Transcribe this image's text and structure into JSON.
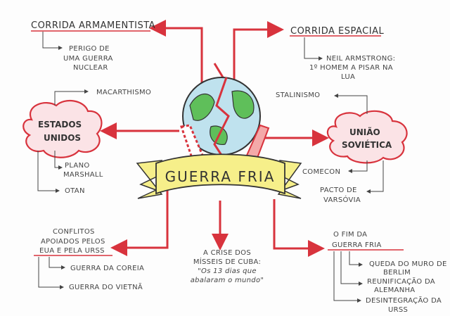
{
  "center": {
    "title": "GUERRA FRIA"
  },
  "nodes": {
    "armamentista": {
      "title": "CORRIDA ARMAMENTISTA",
      "children": [
        [
          "PERIGO DE",
          "UMA GUERRA",
          "NUCLEAR"
        ]
      ]
    },
    "espacial": {
      "title": "CORRIDA ESPACIAL",
      "children": [
        [
          "NEIL ARMSTRONG:",
          "1º HOMEM A PISAR NA",
          "LUA"
        ]
      ]
    },
    "eua": {
      "title": [
        "ESTADOS",
        "UNIDOS"
      ],
      "children": [
        "MACARTHISMO",
        "PLANO MARSHALL",
        "OTAN"
      ],
      "plano": [
        "PLANO",
        "MARSHALL"
      ]
    },
    "urss": {
      "title": [
        "UNIÃO",
        "SOVIÉTICA"
      ],
      "children": [
        "STALINISMO",
        "COMECON"
      ],
      "pacto": [
        "PACTO DE",
        "VARSÓVIA"
      ]
    },
    "conflitos": {
      "title": [
        "CONFLITOS",
        "APOIADOS PELOS",
        "EUA E PELA URSS"
      ],
      "children": [
        "GUERRA DA COREIA",
        "GUERRA DO VIETNÃ"
      ]
    },
    "cuba": {
      "lines": [
        "A CRISE DOS",
        "MÍSSEIS DE CUBA:",
        "\"Os 13 dias que",
        "abalaram o mundo\""
      ]
    },
    "fim": {
      "title": [
        "O FIM DA",
        "GUERRA FRIA"
      ],
      "children": [
        [
          "QUEDA DO MURO DE",
          "BERLIM"
        ],
        [
          "REUNIFICAÇÃO DA",
          "ALEMANHA"
        ],
        [
          "DESINTEGRAÇÃO DA",
          "URSS"
        ]
      ]
    }
  },
  "colors": {
    "accent": "#d8333d",
    "banner": "#f6ef8a",
    "cloud": "#fbe3e6",
    "globe_water": "#bfe2ee",
    "globe_land": "#5fbf5a"
  }
}
